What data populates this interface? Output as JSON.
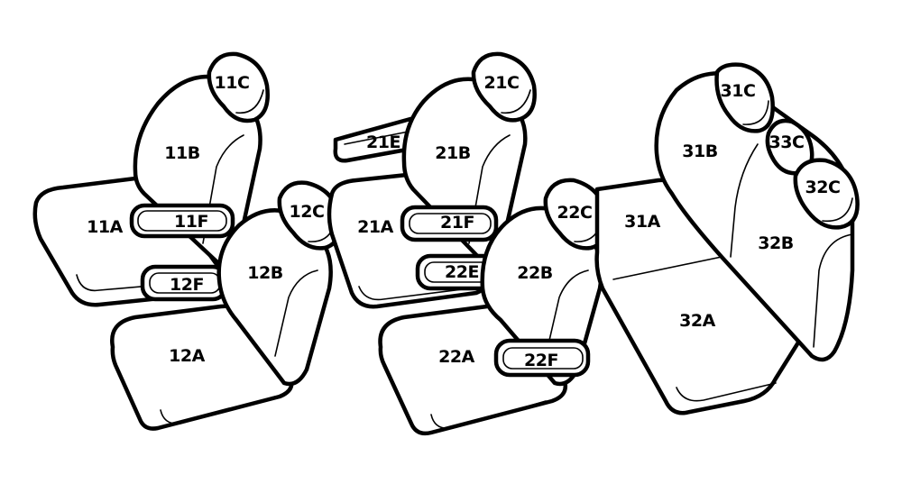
{
  "parts": {
    "p11A": "11A",
    "p11B": "11B",
    "p11C": "11C",
    "p11F": "11F",
    "p12A": "12A",
    "p12B": "12B",
    "p12C": "12C",
    "p12F": "12F",
    "p21A": "21A",
    "p21B": "21B",
    "p21C": "21C",
    "p21E": "21E",
    "p21F": "21F",
    "p22A": "22A",
    "p22B": "22B",
    "p22C": "22C",
    "p22E": "22E",
    "p22F": "22F",
    "p31A": "31A",
    "p31B": "31B",
    "p31C": "31C",
    "p32A": "32A",
    "p32B": "32B",
    "p32C": "32C",
    "p33C": "33C"
  }
}
